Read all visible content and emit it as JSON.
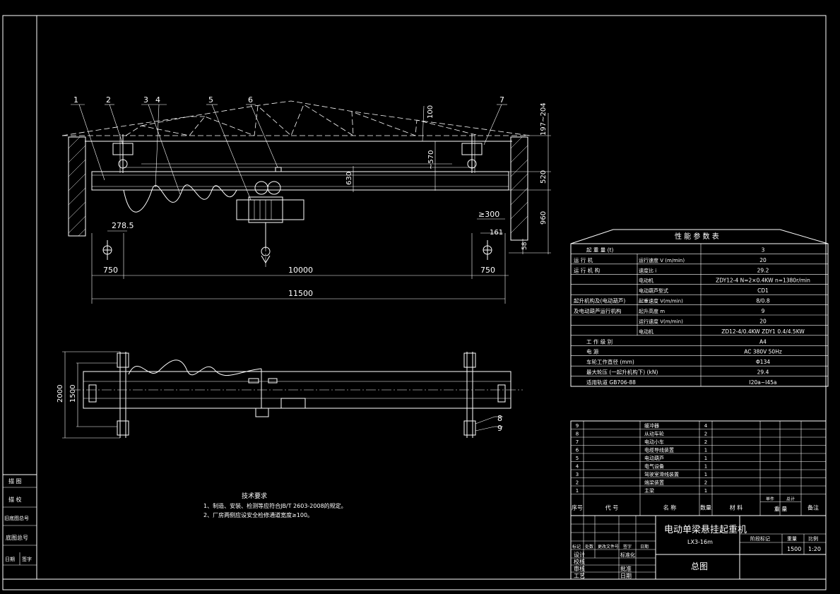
{
  "views": {
    "front": {
      "callouts": [
        "1",
        "2",
        "3",
        "4",
        "5",
        "6",
        "7"
      ],
      "dims": {
        "overall": "11500",
        "span": "10000",
        "left_end": "750",
        "right_end": "750",
        "offset_left": "278.5",
        "offset_right": "161",
        "clearance": "≥300",
        "height_girder": "630",
        "h_top": "197~204",
        "h_mid": "520",
        "h_low": "960",
        "h_lift": "~570",
        "rail_gap": "100",
        "wall": "58"
      }
    },
    "plan": {
      "callouts": [
        "8",
        "9"
      ],
      "dims": {
        "outer": "2000",
        "inner": "1500"
      }
    }
  },
  "tech_req": {
    "title": "技术要求",
    "items": [
      "1、制造、安装、检测等应符合JB/T 2603-2008的规定。",
      "2、厂房两侧应设安全检修通道宽度≥100。"
    ]
  },
  "params": {
    "title": "性 能 参 数 表",
    "rows": [
      {
        "a": "起 重 量  (t)",
        "b": "",
        "c": "3"
      },
      {
        "a": "运 行 机",
        "b": "运行速度    V (m/min)",
        "c": "20"
      },
      {
        "a": "运 行 机 构",
        "b": "速度比            i",
        "c": "29.2"
      },
      {
        "a": "",
        "b": "电动机",
        "c": "ZDY12-4 N=2×0.4KW  n=1380r/min"
      },
      {
        "a": "",
        "b": "电动葫芦型式",
        "c": "CD1"
      },
      {
        "a": "起升机构及(电动葫芦)",
        "b": "起重速度     V(m/min)",
        "c": "8/0.8"
      },
      {
        "a": "及电动葫芦运行机构",
        "b": "起升高度         m",
        "c": "9"
      },
      {
        "a": "",
        "b": "运行速度     V(m/min)",
        "c": "20"
      },
      {
        "a": "",
        "b": "电动机",
        "c": "ZD12-4/0.4KW  ZDY1 0.4/4.5KW"
      },
      {
        "a": "工 作 级 别",
        "b": "",
        "c": "A4"
      },
      {
        "a": "电       源",
        "b": "",
        "c": "AC  380V  50Hz"
      },
      {
        "a": "车轮工作直径     (mm)",
        "b": "",
        "c": "Φ134"
      },
      {
        "a": "最大轮压 (一起升机构下)   (kN)",
        "b": "",
        "c": "29.4"
      },
      {
        "a": "适用轨道   GB706-88",
        "b": "",
        "c": "I20a~I45a"
      }
    ]
  },
  "bom": {
    "rows": [
      {
        "n": "9",
        "name": "缓冲器",
        "q": "4"
      },
      {
        "n": "8",
        "name": "从动车轮",
        "q": "2"
      },
      {
        "n": "7",
        "name": "电动小车",
        "q": "2"
      },
      {
        "n": "6",
        "name": "电缆导线装置",
        "q": "1"
      },
      {
        "n": "5",
        "name": "电动葫芦",
        "q": "1"
      },
      {
        "n": "4",
        "name": "电气设备",
        "q": "1"
      },
      {
        "n": "3",
        "name": "驾驶室滑线装置",
        "q": "1"
      },
      {
        "n": "2",
        "name": "端梁装置",
        "q": "2"
      },
      {
        "n": "1",
        "name": "主梁",
        "q": "1"
      }
    ],
    "headers": {
      "no": "序号",
      "code": "代 号",
      "name": "名  称",
      "qty": "数量",
      "mat": "材  料",
      "unit": "单件",
      "total": "总计",
      "weight": "重 量",
      "note": "备注"
    }
  },
  "title_block": {
    "name": "电动单梁悬挂起重机",
    "model": "LX3-16m",
    "drawing": "总图",
    "scale_label": "比例",
    "weight_label": "重量",
    "stage_label": "阶段标记",
    "weight_val": "1500",
    "scale_val": "1:20",
    "roles": [
      "设计",
      "校核",
      "审核",
      "工艺"
    ],
    "roles2": [
      "标准化",
      "批准",
      "日期"
    ],
    "row_labels": [
      "标记",
      "处数",
      "更改文件号",
      "签字",
      "日期"
    ]
  },
  "side_block": [
    "描 图",
    "描 校",
    "旧底图总号",
    "底图总号",
    "日期",
    "签字"
  ]
}
